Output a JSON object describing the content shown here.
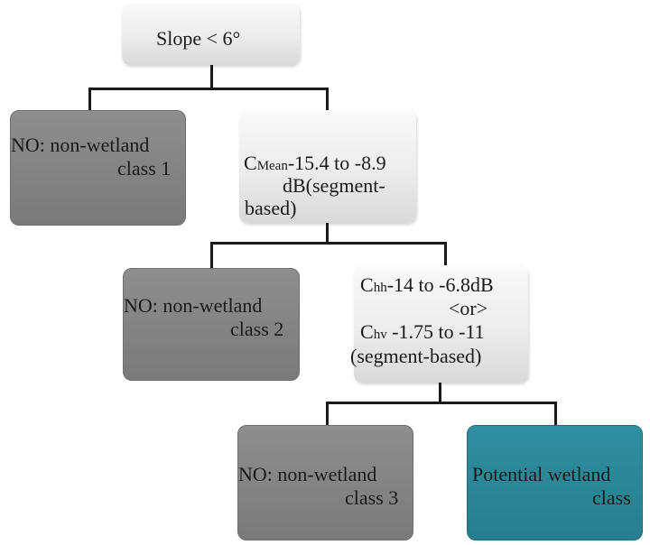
{
  "root": {
    "label": "Slope < 6°"
  },
  "no1": {
    "line1": "NO: non-wetland",
    "line2": "class 1"
  },
  "node2": {
    "c": "C",
    "sub": "Mean",
    "rest": "-15.4 to -8.9",
    "line2": "dB(segment-",
    "line3": "based)"
  },
  "no2": {
    "line1": "NO: non-wetland",
    "line2": "class 2"
  },
  "node3": {
    "c1": "C",
    "sub1": "hh",
    "rest1": "-14 to -6.8dB",
    "or": "<or>",
    "c2": "C",
    "sub2": "hv",
    "rest2": " -1.75 to -11",
    "line4": "(segment-based)"
  },
  "no3": {
    "line1": "NO: non-wetland",
    "line2": "class 3"
  },
  "wetland": {
    "line1": "Potential wetland",
    "line2": "class"
  },
  "colors": {
    "light_box": "#e6e6e6",
    "dark_box": "#858585",
    "teal_box": "#2a8596",
    "connector": "#1a1a1a"
  }
}
